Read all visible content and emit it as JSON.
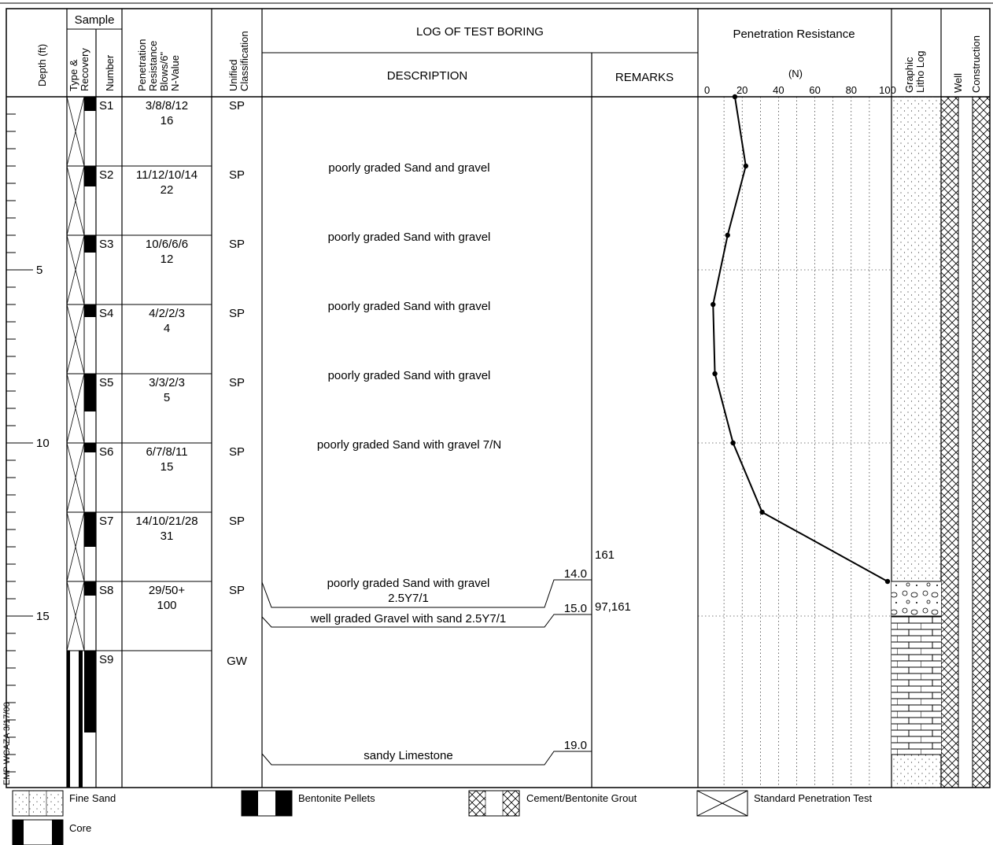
{
  "header": {
    "depth": "Depth (ft)",
    "sample": "Sample",
    "type_recovery": [
      "Type &",
      "Recovery"
    ],
    "number": "Number",
    "penetration": [
      "Penetration",
      "Resistance",
      "Blows/6\"",
      "N-Value"
    ],
    "unified": [
      "Unified",
      "Classification"
    ],
    "log_title": "LOG OF TEST BORING",
    "description": "DESCRIPTION",
    "remarks": "REMARKS",
    "pen_resistance": "Penetration Resistance",
    "n_label": "(N)",
    "n_ticks": [
      "0",
      "20",
      "40",
      "60",
      "80",
      "100"
    ],
    "graphic": [
      "Graphic",
      "Litho Log"
    ],
    "well": [
      "Well",
      "Construction"
    ]
  },
  "depth_labels": [
    {
      "depth": 5,
      "label": "5"
    },
    {
      "depth": 10,
      "label": "10"
    },
    {
      "depth": 15,
      "label": "15"
    }
  ],
  "samples": [
    {
      "id": "S1",
      "blows": "3/8/8/12",
      "n_text": "16",
      "class": "SP",
      "desc": ""
    },
    {
      "id": "S2",
      "blows": "11/12/10/14",
      "n_text": "22",
      "class": "SP",
      "desc": "poorly graded Sand and gravel"
    },
    {
      "id": "S3",
      "blows": "10/6/6/6",
      "n_text": "12",
      "class": "SP",
      "desc": "poorly graded Sand with gravel"
    },
    {
      "id": "S4",
      "blows": "4/2/2/3",
      "n_text": "4",
      "class": "SP",
      "desc": "poorly graded Sand with gravel"
    },
    {
      "id": "S5",
      "blows": "3/3/2/3",
      "n_text": "5",
      "class": "SP",
      "desc": "poorly graded Sand with gravel"
    },
    {
      "id": "S6",
      "blows": "6/7/8/11",
      "n_text": "15",
      "class": "SP",
      "desc": "poorly graded Sand with gravel 7/N"
    },
    {
      "id": "S7",
      "blows": "14/10/21/28",
      "n_text": "31",
      "class": "SP",
      "desc": ""
    },
    {
      "id": "S8",
      "blows": "29/50+",
      "n_text": "100",
      "class": "SP",
      "desc": ""
    },
    {
      "id": "S9",
      "blows": "",
      "n_text": "",
      "class": "GW",
      "desc": ""
    }
  ],
  "strata": [
    {
      "lines": [
        "poorly graded Sand with gravel",
        "2.5Y7/1"
      ],
      "bottom_label": "14.0"
    },
    {
      "lines": [
        "well graded Gravel with sand 2.5Y7/1"
      ],
      "bottom_label": "15.0"
    },
    {
      "lines": [
        "sandy Limestone"
      ],
      "bottom_label": "19.0"
    }
  ],
  "remarks": [
    {
      "text": "161"
    },
    {
      "text": "97,161"
    }
  ],
  "chart_data": {
    "type": "line",
    "title": "Penetration Resistance",
    "xlabel": "(N)",
    "x_range": [
      0,
      100
    ],
    "x_ticks": [
      0,
      20,
      40,
      60,
      80,
      100
    ],
    "grid": true,
    "series": [
      {
        "points": [
          {
            "depth": 0,
            "n": 16
          },
          {
            "depth": 2,
            "n": 22
          },
          {
            "depth": 4,
            "n": 12
          },
          {
            "depth": 6,
            "n": 4
          },
          {
            "depth": 8,
            "n": 5
          },
          {
            "depth": 10,
            "n": 15
          },
          {
            "depth": 12,
            "n": 31
          },
          {
            "depth": 14,
            "n": 100
          }
        ]
      }
    ]
  },
  "legend": [
    {
      "label": "Fine Sand"
    },
    {
      "label": "Bentonite Pellets"
    },
    {
      "label": "Cement/Bentonite Grout"
    },
    {
      "label": "Standard Penetration Test"
    },
    {
      "label": "Core"
    }
  ],
  "side_stamp": "EMP WCAZA 3/17/00"
}
